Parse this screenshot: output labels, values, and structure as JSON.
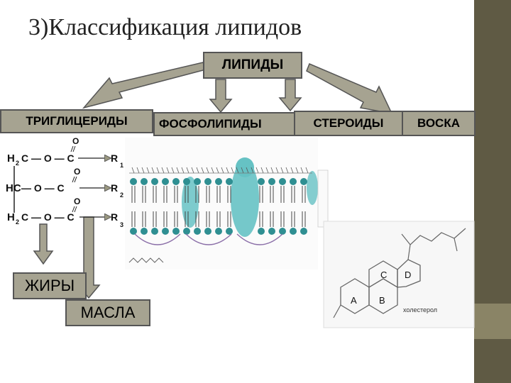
{
  "slide": {
    "title": "3)Классификация липидов"
  },
  "nodes": {
    "root": "ЛИПИДЫ",
    "triglycerides": "ТРИГЛИЦЕРИДЫ",
    "phospholipids": "ФОСФОЛИПИДЫ",
    "steroids": "СТЕРОИДЫ",
    "waxes": "ВОСКА",
    "fats": "ЖИРЫ",
    "oils": "МАСЛА"
  },
  "triglyceride_formula": {
    "rows": [
      {
        "left": "H",
        "sub": "2",
        "mid": "C — O — C",
        "right": "R",
        "n": "1"
      },
      {
        "left": "HC",
        "sub": "",
        "mid": " — O — C",
        "right": "R",
        "n": "2"
      },
      {
        "left": "H",
        "sub": "2",
        "mid": "C — O — C",
        "right": "R",
        "n": "3"
      }
    ],
    "oxygen": "O"
  },
  "steroid_figure": {
    "rings": [
      "A",
      "B",
      "C",
      "D"
    ],
    "caption": "холестерол"
  },
  "colors": {
    "box_fill": "#a6a391",
    "membrane_head": "#2f8f92",
    "protein": "#66c2c4",
    "sidebar": "#5f5a44"
  }
}
